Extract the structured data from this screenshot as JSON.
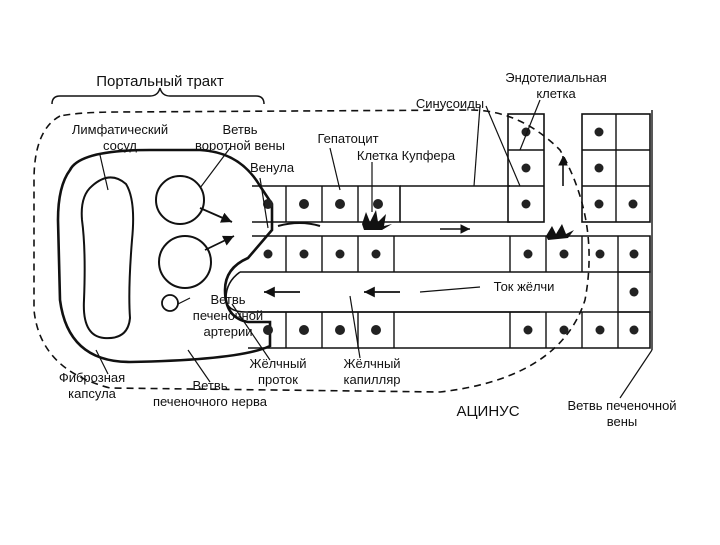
{
  "diagram": {
    "colors": {
      "ink": "#111111",
      "paper": "#ffffff",
      "nucleus": "#222222"
    },
    "labels": {
      "portal_tract": "Портальный тракт",
      "lymph_vessel_1": "Лимфатический",
      "lymph_vessel_2": "сосуд",
      "portal_vein_branch_1": "Ветвь",
      "portal_vein_branch_2": "воротной вены",
      "hepatocyte": "Гепатоцит",
      "venule": "Венула",
      "kupffer_cell": "Клетка Купфера",
      "sinusoids": "Синусоиды",
      "endothelial_cell_1": "Эндотелиальная",
      "endothelial_cell_2": "клетка",
      "bile_flow": "Ток жёлчи",
      "hepatic_artery_branch_1": "Ветвь",
      "hepatic_artery_branch_2": "печеночной",
      "hepatic_artery_branch_3": "артерии",
      "fibrous_capsule_1": "Фиброзная",
      "fibrous_capsule_2": "капсула",
      "bile_duct_1": "Жёлчный",
      "bile_duct_2": "проток",
      "bile_capillary_1": "Жёлчный",
      "bile_capillary_2": "капилляр",
      "hepatic_nerve_branch_1": "Ветвь",
      "hepatic_nerve_branch_2": "печеночного нерва",
      "acinus": "АЦИНУС",
      "hepatic_vein_branch_1": "Ветвь печеночной",
      "hepatic_vein_branch_2": "вены"
    }
  }
}
